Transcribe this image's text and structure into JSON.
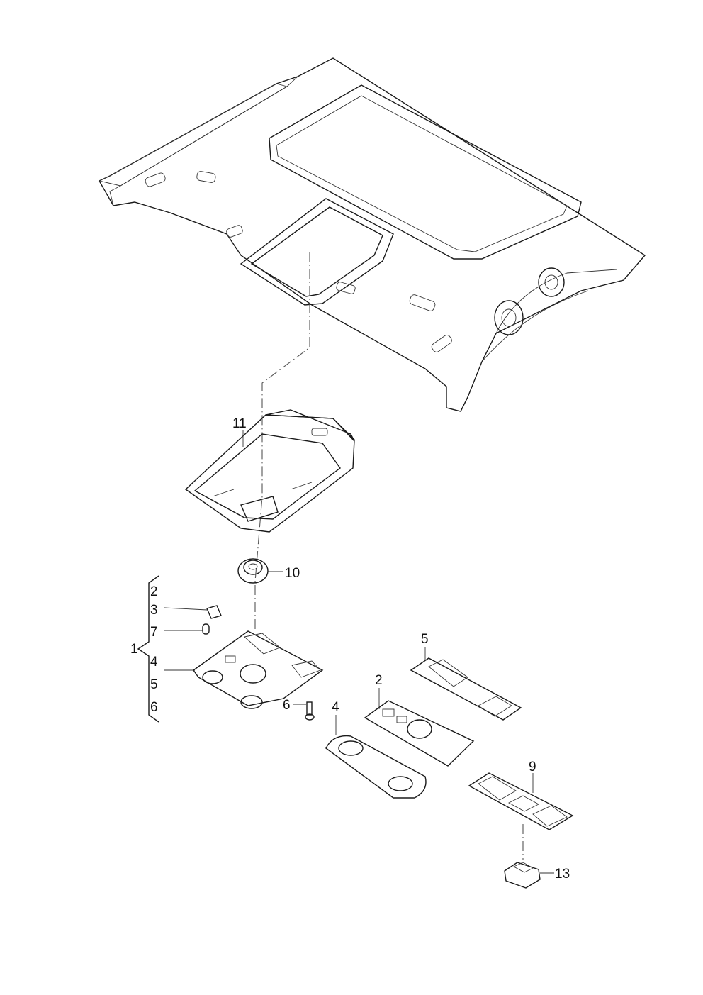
{
  "labels": {
    "part_1": "1",
    "part_2_group": "2",
    "part_3": "3",
    "part_7": "7",
    "part_4_group": "4",
    "part_5_group": "5",
    "part_6_group": "6",
    "part_6": "6",
    "part_10": "10",
    "part_11": "11",
    "part_5": "5",
    "part_2": "2",
    "part_4": "4",
    "part_9": "9",
    "part_13": "13"
  },
  "colors": {
    "headliner_fill": "#e9e9ee",
    "headliner_shade": "#d6d6de",
    "sunroof_glass": "#e0e0e6",
    "console_dark": "#6e6e74",
    "console_mid": "#8c8c92",
    "grille": "#2a2a2e",
    "line": "#1a1a1a"
  }
}
